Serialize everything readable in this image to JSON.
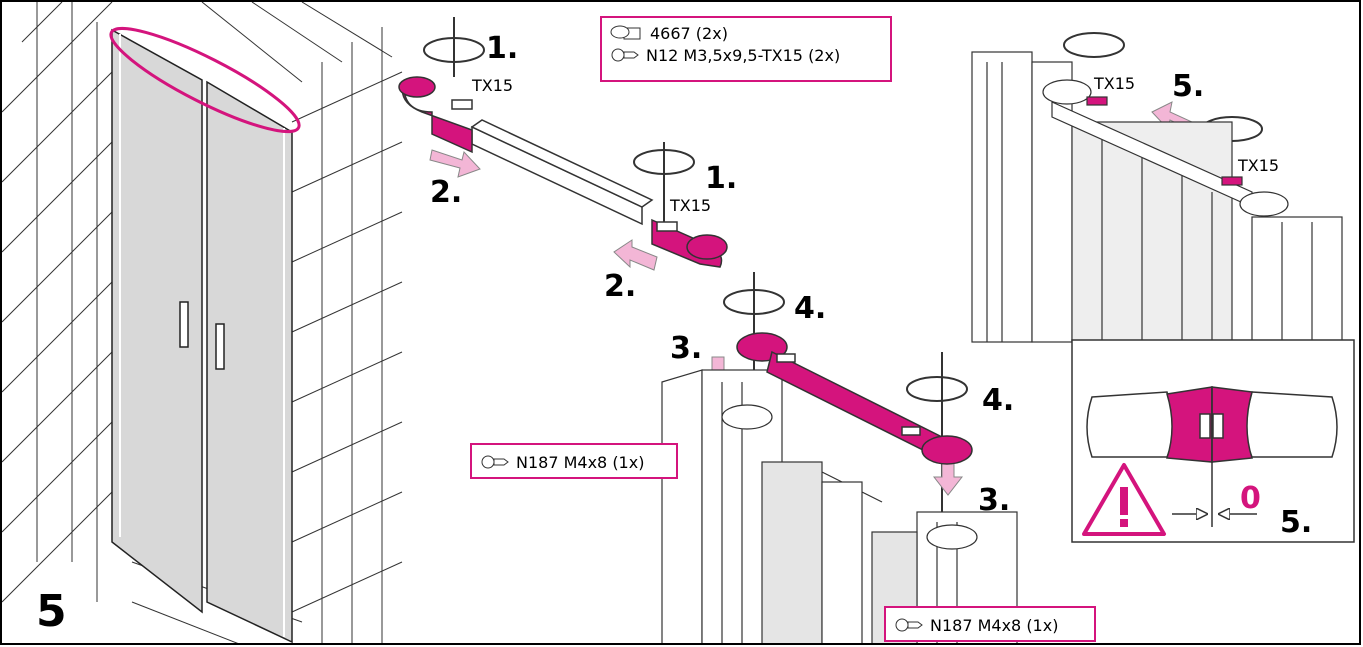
{
  "step_number": "5",
  "labels": {
    "s1a": "1.",
    "tx1a": "TX15",
    "s2a": "2.",
    "s1b": "1.",
    "tx1b": "TX15",
    "s2b": "2.",
    "s4a": "4.",
    "s4b": "4.",
    "s3a": "3.",
    "s3b": "3.",
    "s5top": "5.",
    "tx5a": "TX15",
    "tx5b": "TX15",
    "s5detail": "5.",
    "zero": "0"
  },
  "parts": {
    "part1": "4667 (2x)",
    "part2": "N12 M3,5x9,5-TX15 (2x)",
    "screw_left": "N187 M4x8 (1x)",
    "screw_right": "N187 M4x8 (1x)"
  },
  "colors": {
    "accent": "#d4147d",
    "accent_light": "#f3b6d6"
  }
}
